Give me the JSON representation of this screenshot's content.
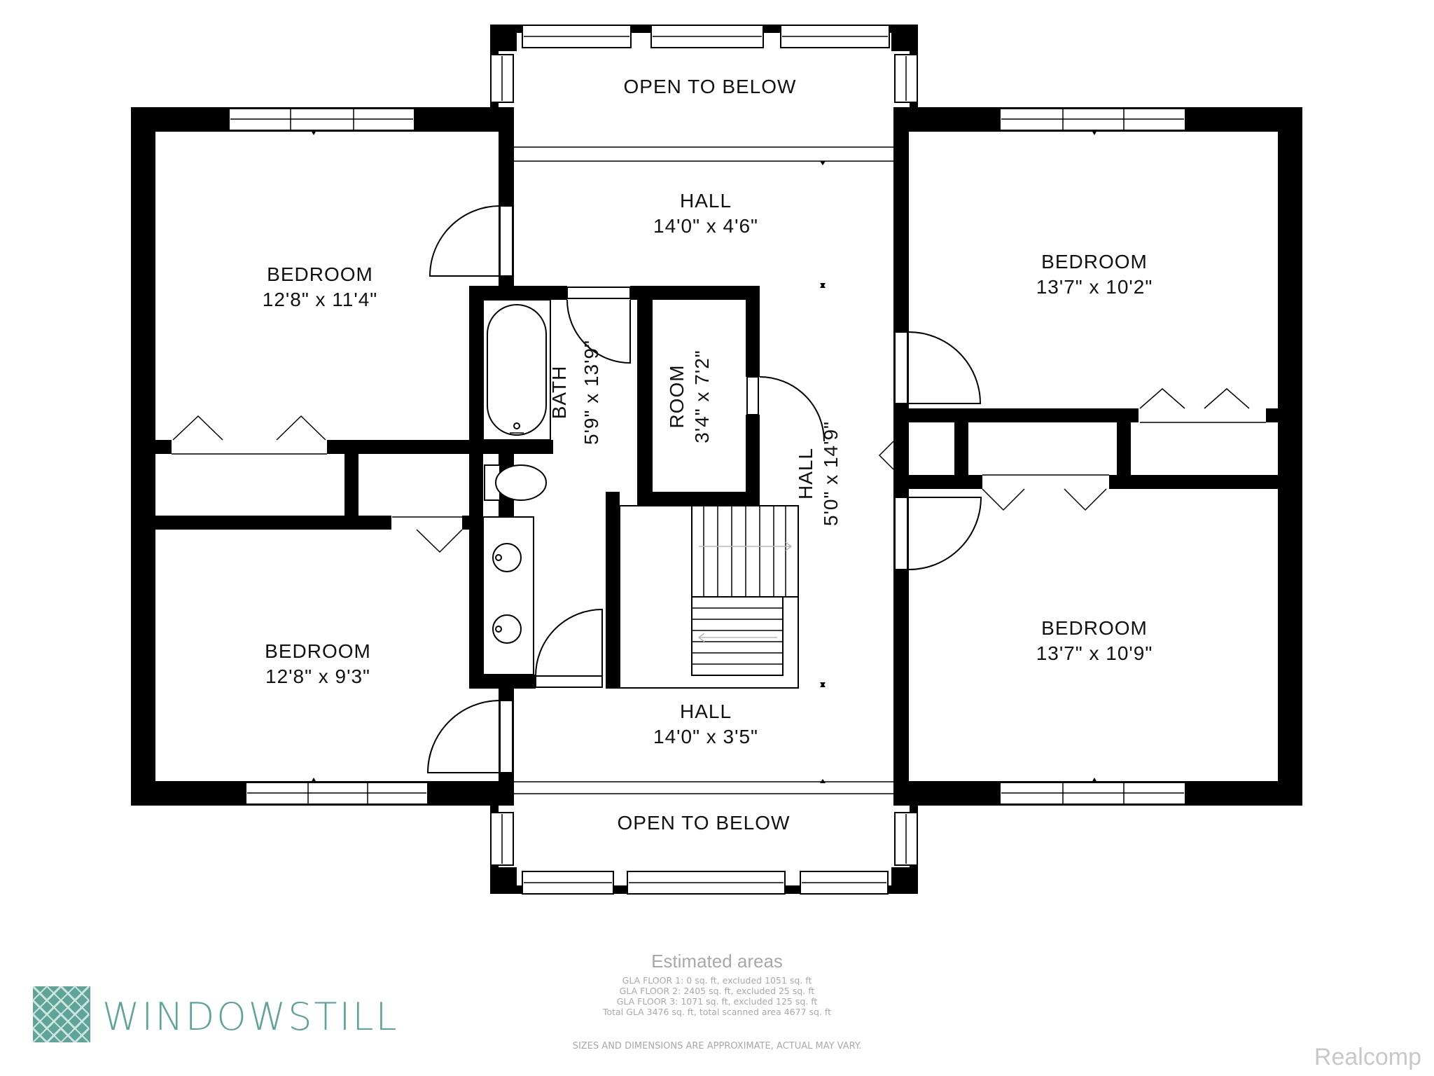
{
  "rooms": {
    "bedroom_tl": {
      "name": "BEDROOM",
      "dim": "12'8\" x 11'4\""
    },
    "bedroom_bl": {
      "name": "BEDROOM",
      "dim": "12'8\" x 9'3\""
    },
    "bedroom_tr": {
      "name": "BEDROOM",
      "dim": "13'7\" x 10'2\""
    },
    "bedroom_br": {
      "name": "BEDROOM",
      "dim": "13'7\" x 10'9\""
    },
    "hall_top": {
      "name": "HALL",
      "dim": "14'0\" x 4'6\""
    },
    "hall_bottom": {
      "name": "HALL",
      "dim": "14'0\" x 3'5\""
    },
    "hall_vertical": {
      "name": "HALL",
      "dim": "5'0\" x 14'9\""
    },
    "bath": {
      "name": "BATH",
      "dim": "5'9\" x 13'9\""
    },
    "room": {
      "name": "ROOM",
      "dim": "3'4\" x 7'2\""
    },
    "open_top": {
      "name": "OPEN TO BELOW"
    },
    "open_bottom": {
      "name": "OPEN TO BELOW"
    }
  },
  "estimates": {
    "title": "Estimated areas",
    "lines": [
      "GLA FLOOR 1: 0 sq. ft, excluded 1051 sq. ft",
      "GLA FLOOR 2: 2405 sq. ft, excluded 25 sq. ft",
      "GLA FLOOR 3: 1071 sq. ft, excluded 125 sq. ft",
      "Total GLA 3476 sq. ft, total scanned area 4677 sq. ft"
    ],
    "disclaimer": "SIZES AND DIMENSIONS ARE APPROXIMATE, ACTUAL MAY VARY."
  },
  "branding": {
    "logo_text": "WINDOWSTILL",
    "watermark": "Realcomp",
    "accent_color": "#5fa597"
  }
}
